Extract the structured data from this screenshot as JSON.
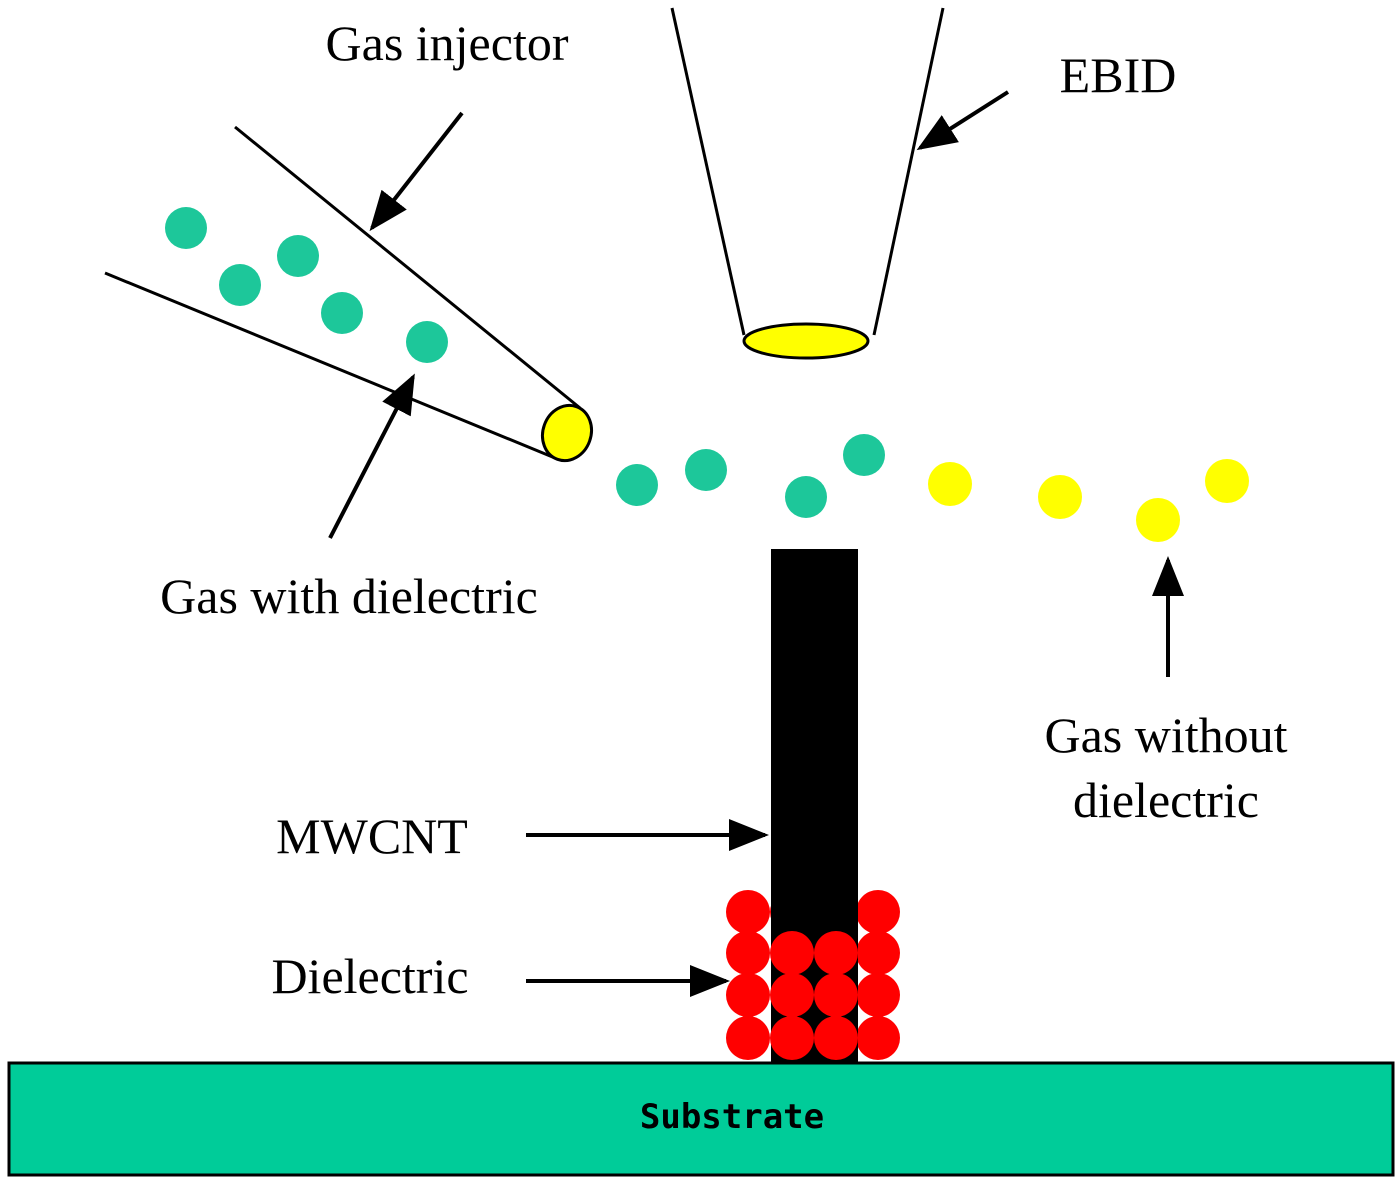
{
  "labels": {
    "gas_injector": "Gas injector",
    "ebid": "EBID",
    "gas_with_dielectric": "Gas with dielectric",
    "gas_without_dielectric_line1": "Gas without",
    "gas_without_dielectric_line2": "dielectric",
    "mwcnt": "MWCNT",
    "dielectric": "Dielectric",
    "substrate": "Substrate"
  },
  "colors": {
    "gas_with_dielectric": "#1dc79a",
    "gas_without_dielectric": "#ffff00",
    "electron_source": "#ffff00",
    "dielectric": "#ff0000",
    "substrate": "#00cc99",
    "mwcnt": "#000000"
  }
}
